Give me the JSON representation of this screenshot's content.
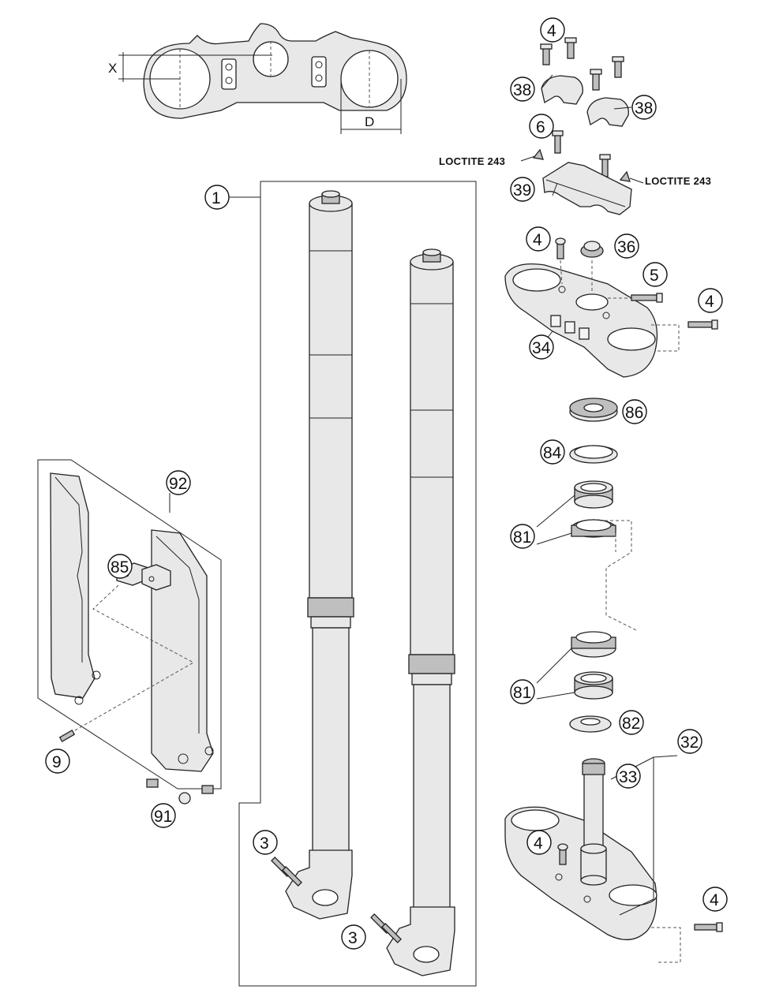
{
  "dimension_labels": {
    "x": "X",
    "d": "D"
  },
  "notes": {
    "loctite_left": "LOCTITE 243",
    "loctite_right": "LOCTITE 243"
  },
  "callouts": {
    "c1": "1",
    "c3a": "3",
    "c3b": "3",
    "c4a": "4",
    "c4b": "4",
    "c4c": "4",
    "c4d": "4",
    "c4e": "4",
    "c5": "5",
    "c6": "6",
    "c9": "9",
    "c32": "32",
    "c33": "33",
    "c34": "34",
    "c36": "36",
    "c38a": "38",
    "c38b": "38",
    "c39": "39",
    "c81a": "81",
    "c81b": "81",
    "c82": "82",
    "c84": "84",
    "c85": "85",
    "c86": "86",
    "c91": "91",
    "c92": "92"
  }
}
